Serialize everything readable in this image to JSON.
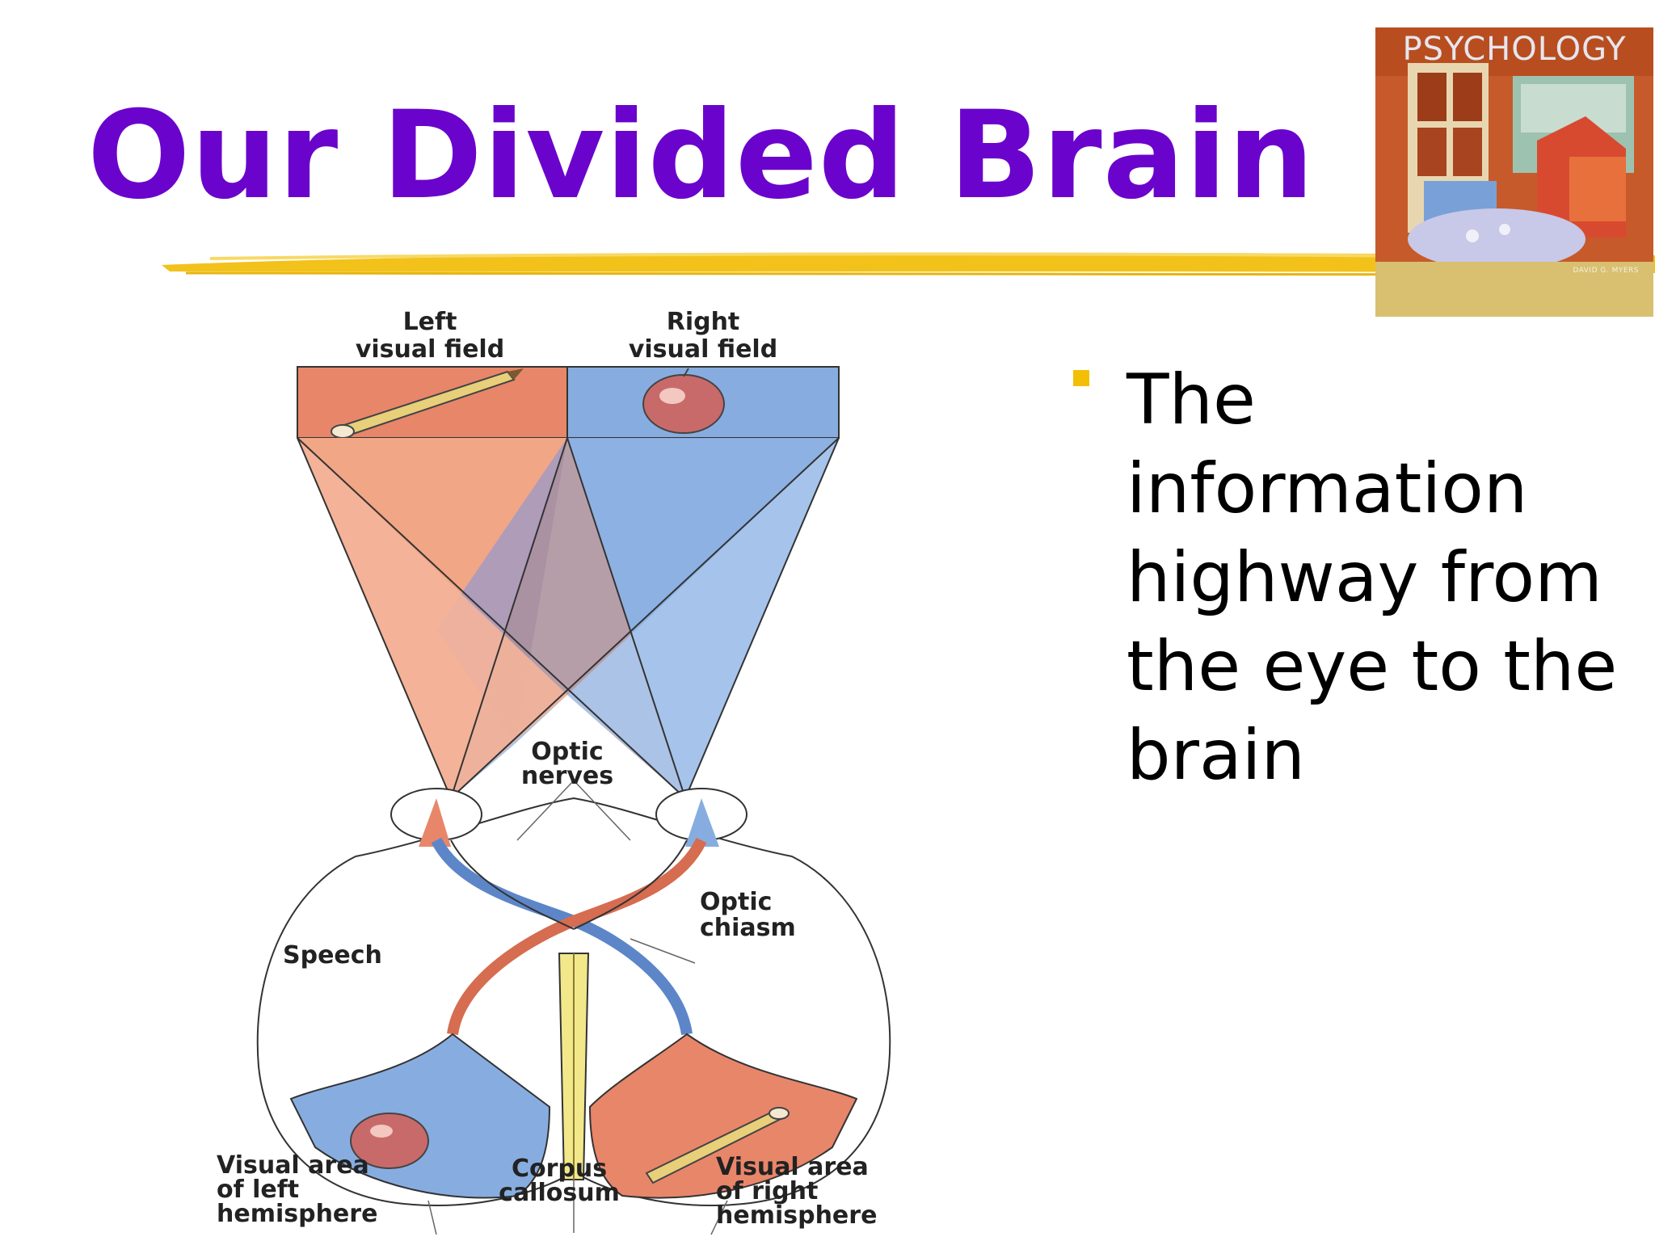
{
  "slide": {
    "title": "Our Divided Brain",
    "title_color": "#6a04cc",
    "accent_color": "#f2c21a",
    "bullet_color": "#f3bf05",
    "bullet_text": "The information highway from the eye to the brain"
  },
  "book_cover": {
    "title": "PSYCHOLOGY",
    "author": "DAVID G. MYERS",
    "icon": "book-cover-image"
  },
  "diagram": {
    "labels": {
      "left_field_1": "Left",
      "left_field_2": "visual field",
      "right_field_1": "Right",
      "right_field_2": "visual field",
      "optic_nerves_1": "Optic",
      "optic_nerves_2": "nerves",
      "optic_chiasm_1": "Optic",
      "optic_chiasm_2": "chiasm",
      "speech": "Speech",
      "visual_left_1": "Visual area",
      "visual_left_2": "of left",
      "visual_left_3": "hemisphere",
      "corpus_1": "Corpus",
      "corpus_2": "callosum",
      "visual_right_1": "Visual area",
      "visual_right_2": "of right",
      "visual_right_3": "hemisphere"
    },
    "colors": {
      "left_field": "#e8866a",
      "right_field": "#87ade0",
      "corpus": "#f2e88a"
    }
  }
}
